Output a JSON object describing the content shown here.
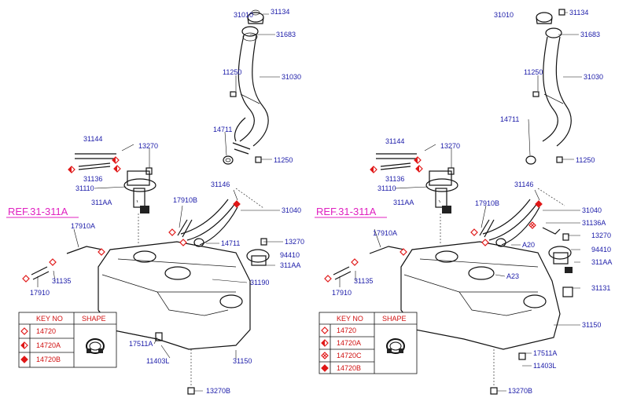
{
  "colors": {
    "label": "#1a1aa8",
    "ref": "#e020c0",
    "symbol": "#e01818",
    "line": "#111111"
  },
  "left": {
    "ref": "REF.31-311A",
    "labels": {
      "l31010": "31010",
      "l31134": "31134",
      "l31683": "31683",
      "l31030": "31030",
      "l11250a": "11250",
      "l14711a": "14711",
      "l11250b": "11250",
      "l31144": "31144",
      "l13270a": "13270",
      "l31136": "31136",
      "l31110": "31110",
      "l311AAa": "311AA",
      "l31146": "31146",
      "l17910B": "17910B",
      "l31040": "31040",
      "l17910A": "17910A",
      "l14711b": "14711",
      "l13270b": "13270",
      "l94410": "94410",
      "l311AAb": "311AA",
      "l31135": "31135",
      "l31190": "31190",
      "l17910": "17910",
      "l17511A": "17511A",
      "l11403L": "11403L",
      "l31150": "31150",
      "l13270B": "13270B"
    },
    "legend": {
      "key_header": "KEY NO",
      "shape_header": "SHAPE",
      "rows": [
        {
          "symbol": "diamond-outline",
          "code": "14720"
        },
        {
          "symbol": "diamond-half",
          "code": "14720A"
        },
        {
          "symbol": "diamond-filled",
          "code": "14720B"
        }
      ]
    }
  },
  "right": {
    "ref": "REF.31-311A",
    "labels": {
      "l31010": "31010",
      "l31134": "31134",
      "l31683": "31683",
      "l31030": "31030",
      "l11250a": "11250",
      "l14711": "14711",
      "l11250b": "11250",
      "l31144": "31144",
      "l13270a": "13270",
      "l31136": "31136",
      "l31110": "31110",
      "l311AAa": "311AA",
      "l31146": "31146",
      "l17910B": "17910B",
      "l31040": "31040",
      "l31136A": "31136A",
      "l13270b": "13270",
      "l17910A": "17910A",
      "lA20": "A20",
      "l94410": "94410",
      "l311AAb": "311AA",
      "lA23": "A23",
      "l31135": "31135",
      "l31131": "31131",
      "l17910": "17910",
      "l31150": "31150",
      "l17511A": "17511A",
      "l11403L": "11403L",
      "l13270B": "13270B"
    },
    "legend": {
      "key_header": "KEY NO",
      "shape_header": "SHAPE",
      "rows": [
        {
          "symbol": "diamond-outline",
          "code": "14720"
        },
        {
          "symbol": "diamond-half",
          "code": "14720A"
        },
        {
          "symbol": "diamond-cross",
          "code": "14720C"
        },
        {
          "symbol": "diamond-filled",
          "code": "14720B"
        }
      ]
    }
  }
}
